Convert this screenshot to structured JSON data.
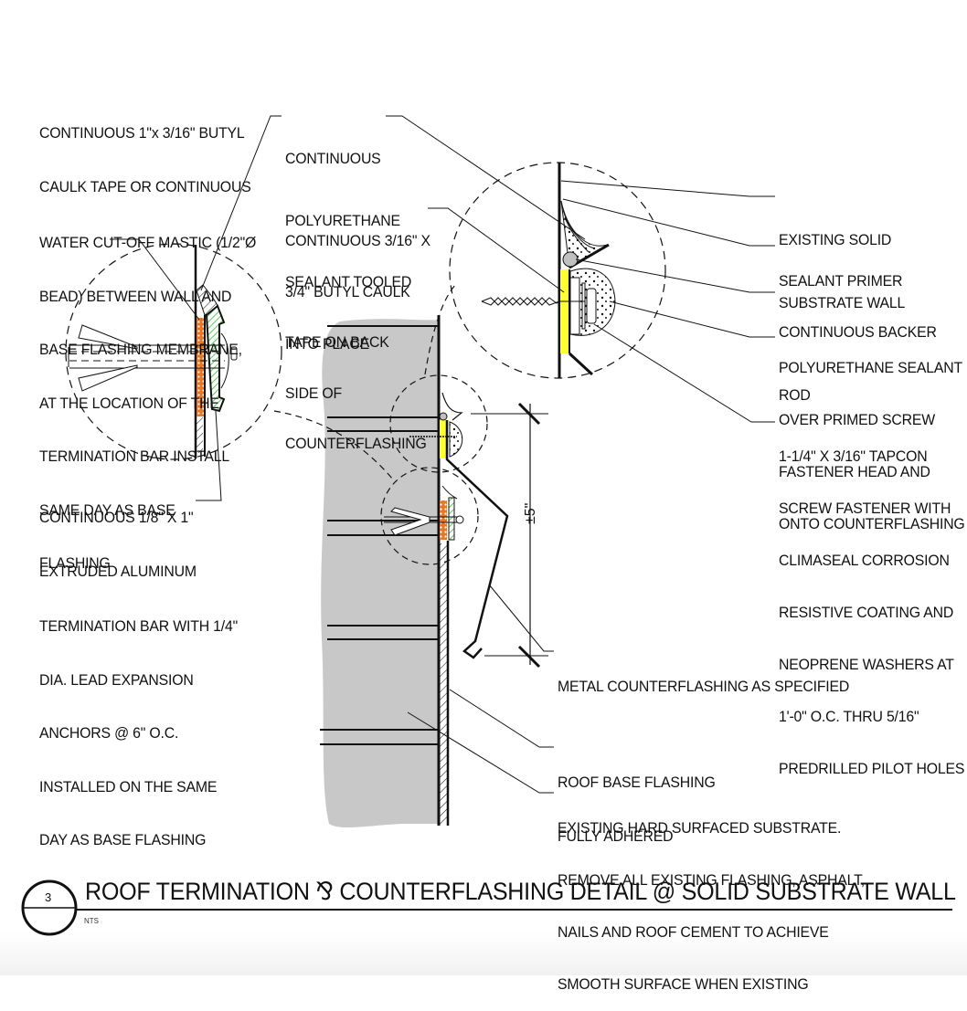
{
  "drawing": {
    "title": "ROOF TERMINATION ⅋ COUNTERFLASHING DETAIL @ SOLID SUBSTRATE WALL",
    "detail_number": "3",
    "scale": "NTS",
    "dimension_label": "±5\"",
    "colors": {
      "substrate_fill": "#c8c8c8",
      "butyl_tape": "#ffff33",
      "mastic": "#e87722",
      "termination_bar": "#33cc33",
      "backer_rod": "#c0c0c0",
      "line": "#111111"
    }
  },
  "notes": {
    "butyl_caulk_tape": [
      "CONTINUOUS 1\"x 3/16\" BUTYL",
      "CAULK TAPE OR CONTINUOUS",
      "WATER CUT-OFF MASTIC (1/2\"Ø",
      "BEAD) BETWEEN WALL AND",
      "BASE FLASHING MEMBRANE,",
      "AT THE LOCATION OF THE",
      "TERMINATION BAR INSTALL",
      "SAME DAY AS BASE",
      "FLASHING"
    ],
    "polyurethane_sealant_tooled": [
      "CONTINUOUS",
      "POLYURETHANE",
      "SEALANT TOOLED",
      "INTO PLACE"
    ],
    "butyl_tape_counterflashing": [
      "CONTINUOUS 3/16\" X",
      "3/4\" BUTYL CAULK",
      "TAPE ON BACK",
      "SIDE OF",
      "COUNTERFLASHING"
    ],
    "existing_wall": [
      "EXISTING SOLID",
      "SUBSTRATE WALL"
    ],
    "sealant_primer": [
      "SEALANT PRIMER"
    ],
    "backer_rod": [
      "CONTINUOUS BACKER",
      "ROD"
    ],
    "sealant_over_screw": [
      "POLYURETHANE SEALANT",
      "OVER PRIMED SCREW",
      "FASTENER HEAD AND",
      "ONTO COUNTERFLASHING"
    ],
    "tapcon_screw": [
      "1-1/4\" X 3/16\" TAPCON",
      "SCREW FASTENER WITH",
      "CLIMASEAL CORROSION",
      "RESISTIVE COATING AND",
      "NEOPRENE WASHERS AT",
      "1'-0\" O.C. THRU 5/16\"",
      "PREDRILLED PILOT HOLES"
    ],
    "termination_bar": [
      "CONTINUOUS 1/8\" X 1\"",
      "EXTRUDED ALUMINUM",
      "TERMINATION BAR WITH 1/4\"",
      "DIA. LEAD EXPANSION",
      "ANCHORS @ 6\" O.C.",
      "INSTALLED ON THE SAME",
      "DAY AS BASE FLASHING"
    ],
    "metal_counterflashing": [
      "METAL COUNTERFLASHING AS SPECIFIED"
    ],
    "roof_base_flashing": [
      "ROOF BASE FLASHING",
      "FULLY ADHERED"
    ],
    "existing_substrate": [
      "EXISTING HARD SURFACED SUBSTRATE.",
      "REMOVE ALL EXISTING FLASHING, ASPHALT,",
      "NAILS AND ROOF CEMENT TO ACHIEVE",
      "SMOOTH SURFACE WHEN EXISTING"
    ]
  }
}
